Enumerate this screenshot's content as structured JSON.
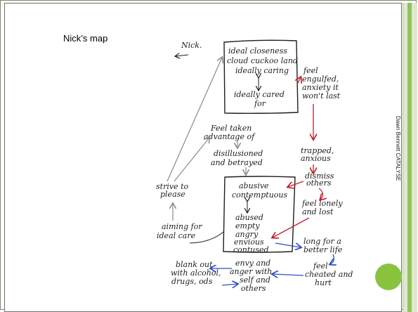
{
  "slide": {
    "title": "Nick’s map",
    "side_credit": "Dawn Bennett CATALYSE"
  },
  "diagram": {
    "author_tag": "Nick.",
    "top_box": [
      "ideal closeness",
      "cloud cuckoo land",
      "ideally caring",
      "ideally cared",
      "for"
    ],
    "bottom_box": [
      "abusive",
      "contemptuous",
      "abused",
      "empty",
      "angry",
      "envious",
      "contused"
    ],
    "feel_engulfed": [
      "feel",
      "engulfed,",
      "anxiety it",
      "won't last"
    ],
    "feel_taken": [
      "Feel taken",
      "advantage of"
    ],
    "disillusioned": [
      "disillusioned",
      "and betrayed"
    ],
    "trapped": [
      "trapped,",
      "anxious"
    ],
    "dismiss": [
      "dismiss",
      "others"
    ],
    "lonely": [
      "feel lonely",
      "and lost"
    ],
    "strive": [
      "strive to",
      "please"
    ],
    "aiming": [
      "aiming for",
      "ideal care"
    ],
    "longing": [
      "long for a",
      "better life"
    ],
    "cheated": [
      "feel",
      "cheated and",
      "hurt"
    ],
    "envy": [
      "envy and",
      "anger with",
      "self and",
      "others"
    ],
    "blank": [
      "blank out",
      "with alcohol,",
      "drugs, ods"
    ]
  },
  "colors": {
    "accent": "#8ac43f",
    "ink": "#1e1e1e",
    "red_arrow": "#c0212b",
    "blue_arrow": "#2f4fbf",
    "grey_arrow": "#8a8a8a"
  }
}
